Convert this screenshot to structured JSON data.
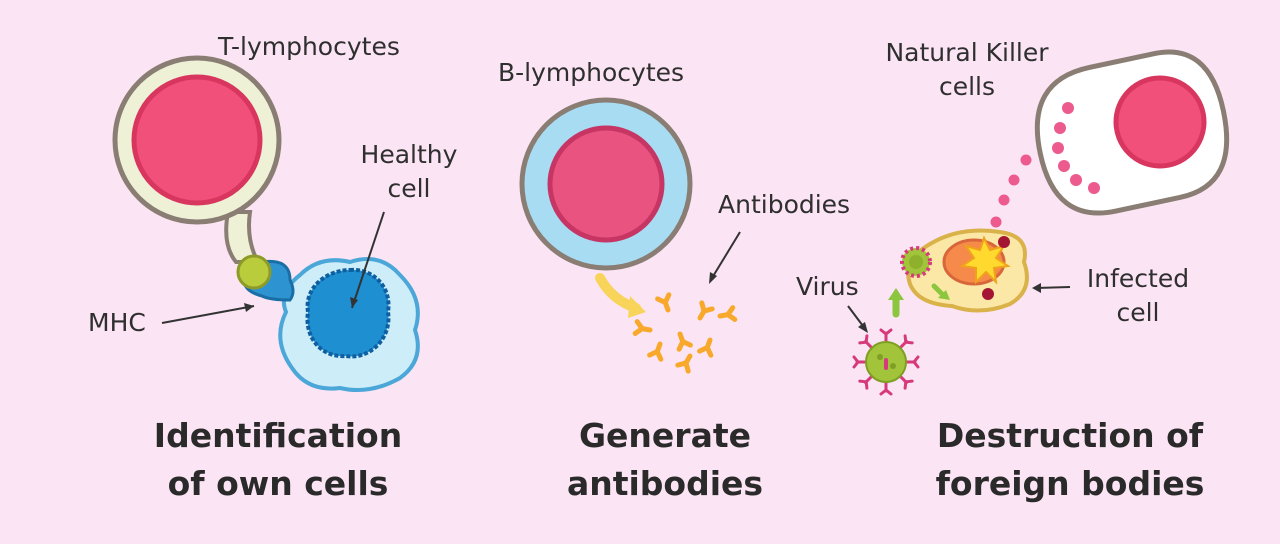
{
  "panels": {
    "t_cells": {
      "title": "T-lymphocytes",
      "healthy_label": [
        "Healthy",
        "cell"
      ],
      "mhc_label": "MHC",
      "caption": [
        "Identification",
        "of own cells"
      ]
    },
    "b_cells": {
      "title": "B-lymphocytes",
      "antibodies_label": "Antibodies",
      "caption": [
        "Generate",
        "antibodies"
      ]
    },
    "nk_cells": {
      "title": [
        "Natural Killer",
        "cells"
      ],
      "virus_label": "Virus",
      "infected_label": [
        "Infected",
        "cell"
      ],
      "caption": [
        "Destruction of",
        "foreign bodies"
      ]
    }
  },
  "colors": {
    "background": "#fbe4f4",
    "nucleus_pink": "#f0507a",
    "t_cell_cytoplasm": "#eef1d6",
    "b_cell_cytoplasm": "#a8dcf3",
    "healthy_cell_body": "#cdeef9",
    "healthy_nucleus": "#1e8fd1",
    "antibody_orange": "#f8a92c",
    "virus_green": "#a1c43a",
    "virus_spike": "#d63a7b",
    "infected_cell_body": "#fce8a6",
    "granule_pink": "#ec5a8e",
    "arrow_green": "#8cc63f"
  }
}
